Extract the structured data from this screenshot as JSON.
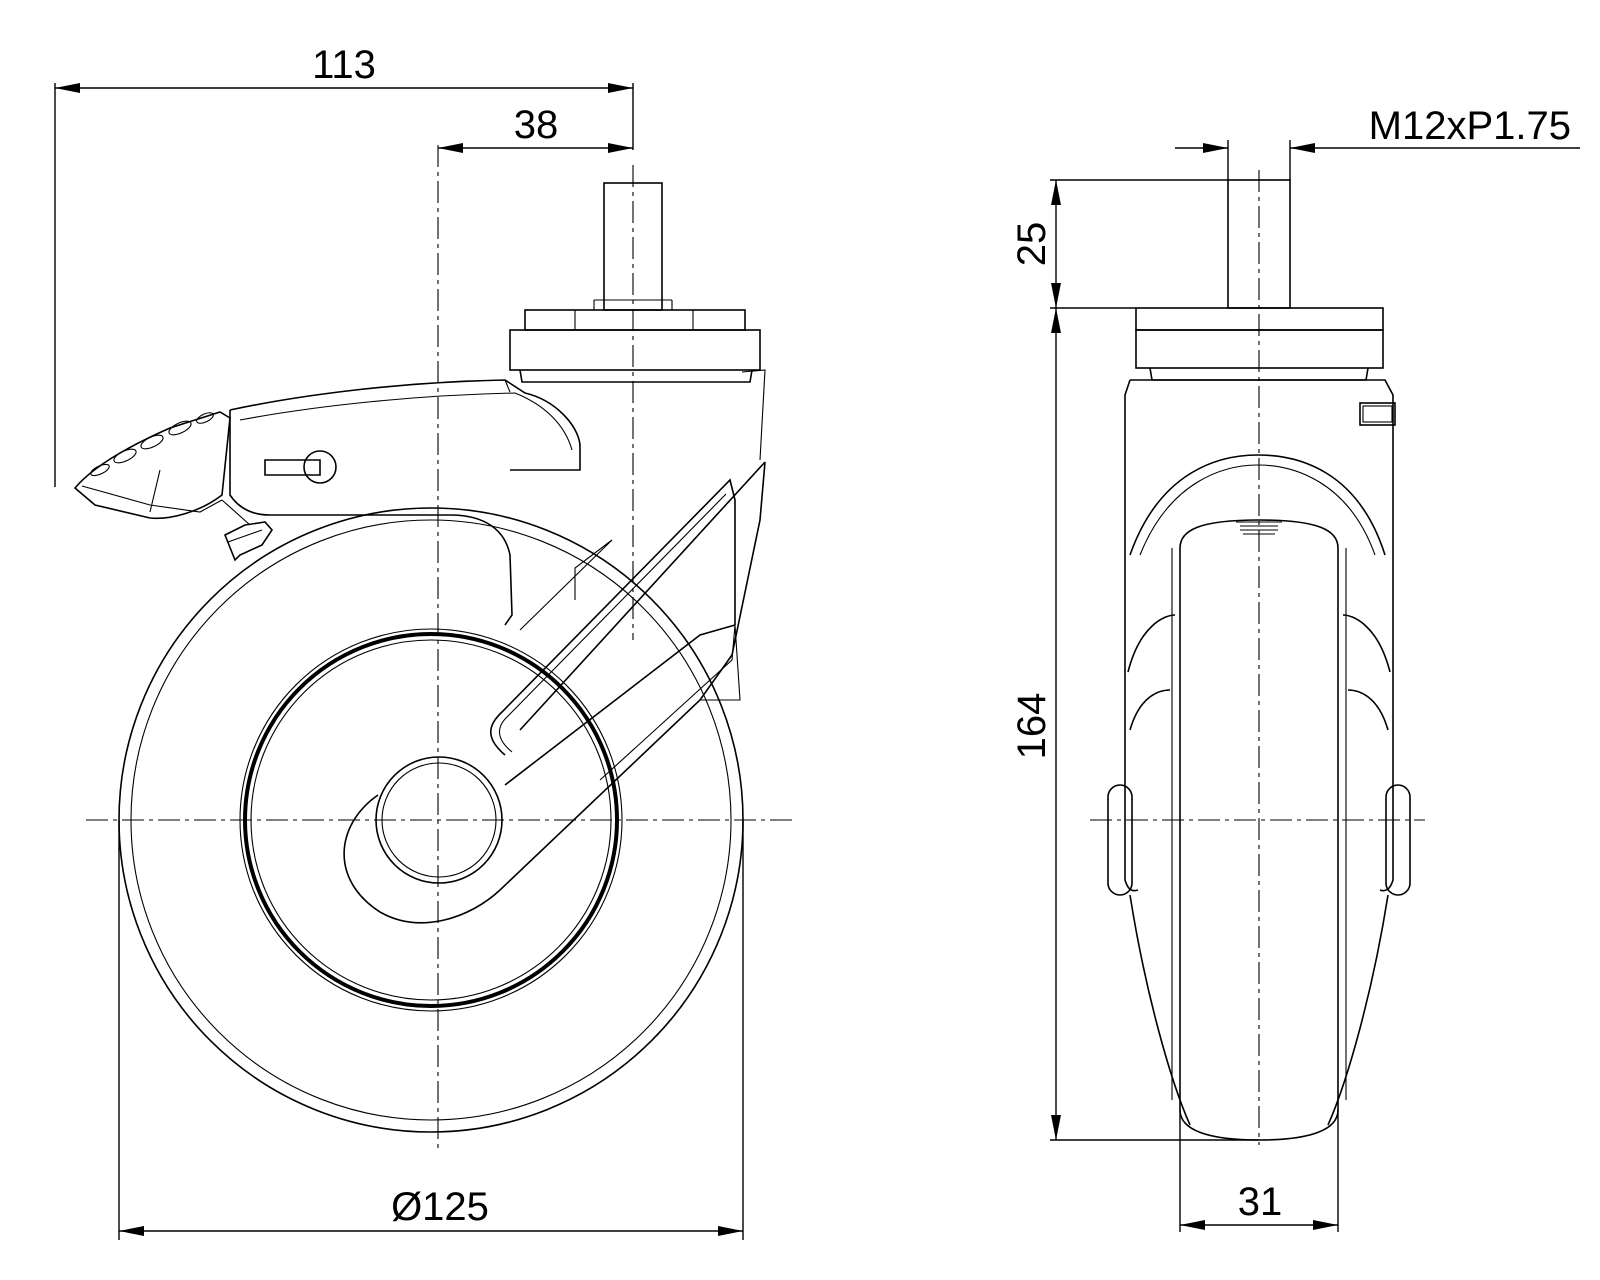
{
  "dimensions": {
    "overall_width": "113",
    "offset": "38",
    "wheel_diameter": "Ø125",
    "thread": "M12xP1.75",
    "stem_length": "25",
    "height": "164",
    "wheel_width": "31"
  }
}
